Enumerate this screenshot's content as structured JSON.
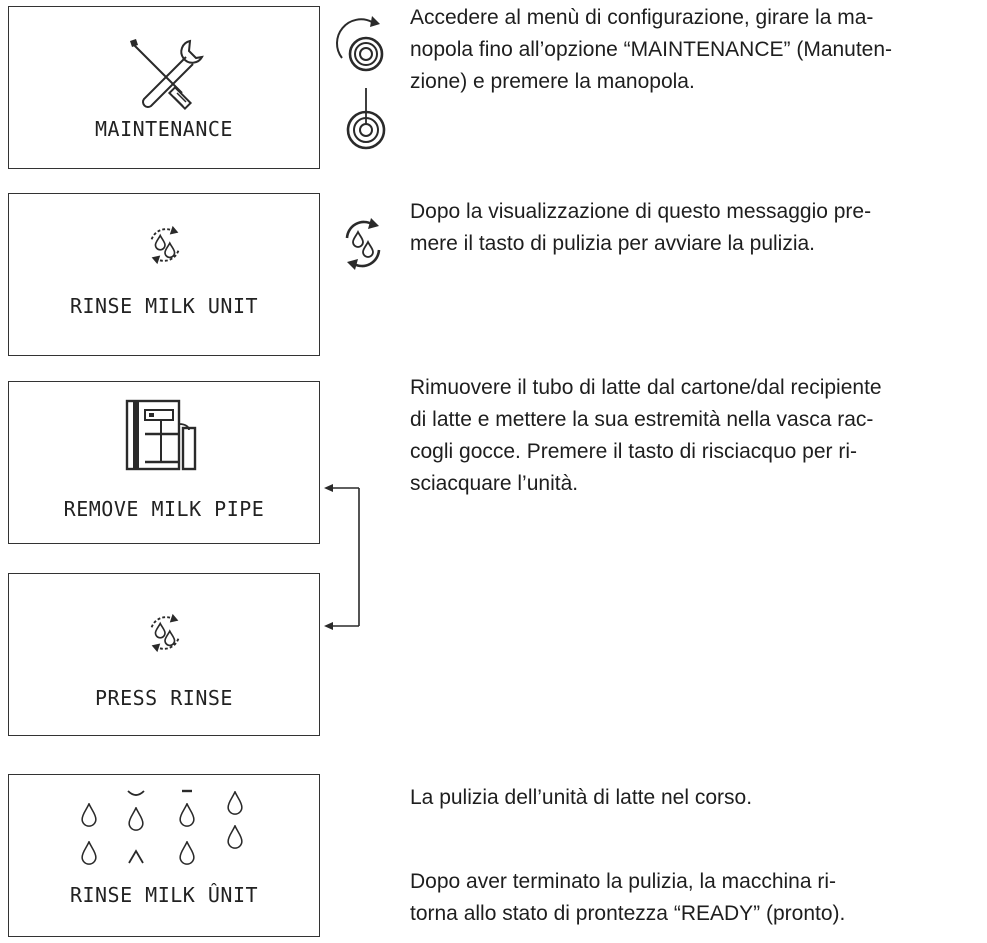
{
  "panels": [
    {
      "label": "MAINTENANCE",
      "icon": "wrench-screwdriver-icon"
    },
    {
      "label": "RINSE MILK UNIT",
      "icon": "rinse-drops-icon"
    },
    {
      "label": "REMOVE MILK PIPE",
      "icon": "coffee-machine-icon"
    },
    {
      "label": "PRESS RINSE",
      "icon": "rinse-drops-icon"
    },
    {
      "label": "RINSE MILK ÛNIT",
      "icon": "falling-drops-icon"
    }
  ],
  "side_icons": [
    "rotary-knob-turn-icon",
    "rotary-knob-press-icon",
    "rinse-button-icon",
    "loop-arrow-icon"
  ],
  "steps": [
    {
      "lines": [
        "Accedere al menù di configurazione, girare la ma-",
        "nopola fino all’opzione “MAINTENANCE” (Manuten-",
        "zione) e premere la manopola."
      ]
    },
    {
      "lines": [
        "Dopo la visualizzazione di questo messaggio pre-",
        "mere il tasto di pulizia per avviare la pulizia."
      ]
    },
    {
      "lines": [
        "Rimuovere il tubo di latte dal cartone/dal recipiente",
        "di latte e mettere la sua estremità nella vasca rac-",
        "cogli gocce. Premere il tasto di risciacquo per ri-",
        "sciacquare l’unità."
      ]
    },
    {
      "lines": [
        "La pulizia dell’unità di latte nel corso."
      ]
    },
    {
      "lines": [
        "Dopo aver terminato la pulizia, la macchina ri-",
        "torna allo stato di prontezza “READY” (pronto)."
      ]
    }
  ],
  "colors": {
    "text": "#1e1e1e",
    "border": "#333333",
    "icon": "#2a2a2a"
  }
}
